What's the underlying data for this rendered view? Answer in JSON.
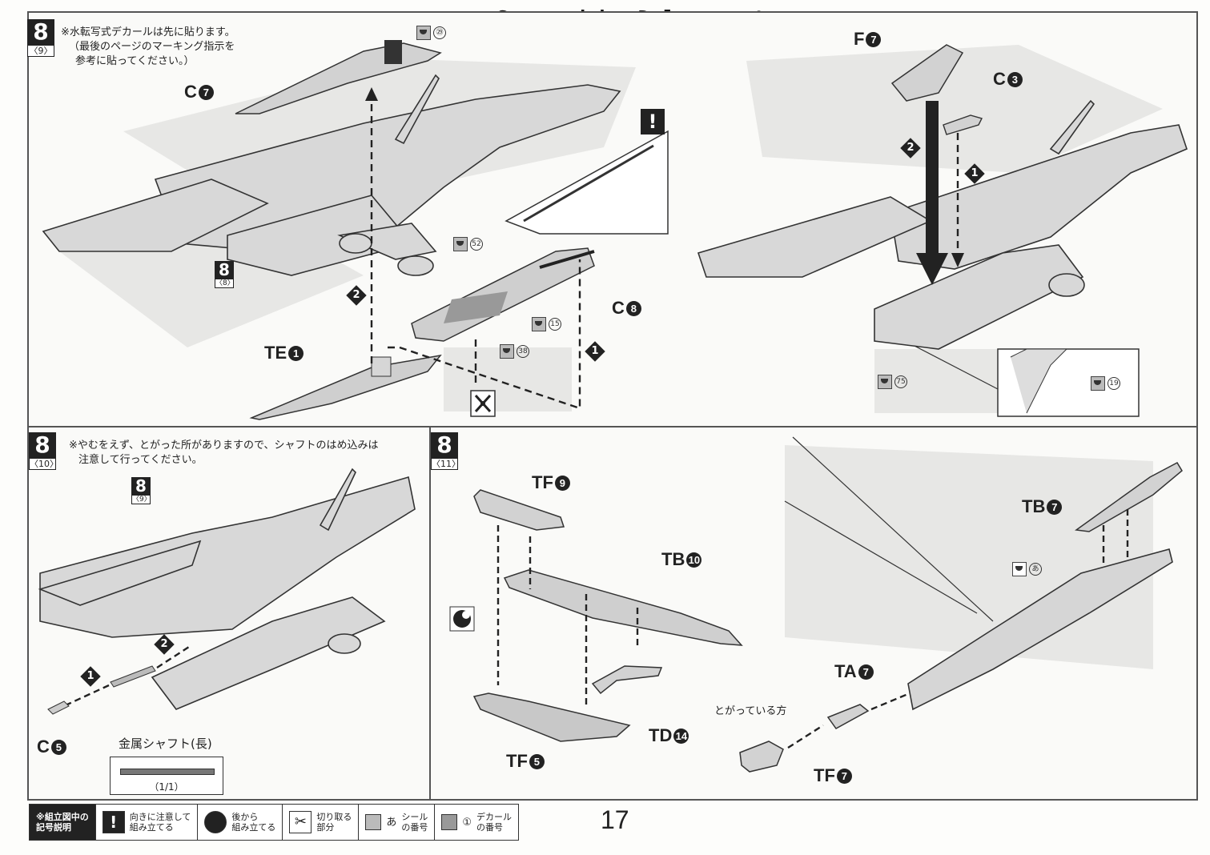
{
  "watermark": "Scanned by Dalong.net",
  "page_number": "17",
  "step_a": {
    "badge": "8",
    "sub": "〈9〉",
    "note_line1": "※水転写式デカールは先に貼ります。",
    "note_line2": "（最後のページのマーキング指示を",
    "note_line3": "参考に貼ってください。）",
    "ref_badge": "8",
    "ref_sub": "〈8〉",
    "labels": {
      "c7": "C",
      "c7n": "7",
      "c8": "C",
      "c8n": "8",
      "te1": "TE",
      "te1n": "1"
    },
    "decals": [
      "㉙",
      "52",
      "15",
      "38"
    ],
    "order": [
      "2",
      "1"
    ]
  },
  "step_b": {
    "labels": {
      "f7": "F",
      "f7n": "7",
      "c3": "C",
      "c3n": "3"
    },
    "decals": [
      "75",
      "19"
    ],
    "order": [
      "2",
      "1"
    ]
  },
  "step_c": {
    "badge": "8",
    "sub": "〈10〉",
    "note_line1": "※やむをえず、とがった所がありますので、シャフトのはめ込みは",
    "note_line2": "注意して行ってください。",
    "ref_badge": "8",
    "ref_sub": "〈9〉",
    "labels": {
      "c5": "C",
      "c5n": "5"
    },
    "shaft_label": "金属シャフト(長)",
    "shaft_ratio": "（1/1）",
    "order": [
      "1",
      "2"
    ]
  },
  "step_d": {
    "badge": "8",
    "sub": "〈11〉",
    "labels": {
      "tf9": "TF",
      "tf9n": "9",
      "tb10": "TB",
      "tb10n": "10",
      "td14": "TD",
      "td14n": "14",
      "tf5": "TF",
      "tf5n": "5",
      "tb7": "TB",
      "tb7n": "7",
      "ta7": "TA",
      "ta7n": "7",
      "tf7": "TF",
      "tf7n": "7"
    },
    "pointed_label": "とがっている方",
    "sticker": "あ"
  },
  "legend": {
    "title_line1": "※組立図中の",
    "title_line2": "記号説明",
    "items": [
      {
        "icon": "exclamation-icon",
        "line1": "向きに注意して",
        "line2": "組み立てる"
      },
      {
        "icon": "back-assemble-icon",
        "line1": "後から",
        "line2": "組み立てる"
      },
      {
        "icon": "nipper-icon",
        "line1": "切り取る",
        "line2": "部分"
      },
      {
        "icon": "sticker-icon",
        "mark": "あ",
        "line1": "シール",
        "line2": "の番号"
      },
      {
        "icon": "decal-icon",
        "mark": "①",
        "line1": "デカール",
        "line2": "の番号"
      }
    ]
  }
}
